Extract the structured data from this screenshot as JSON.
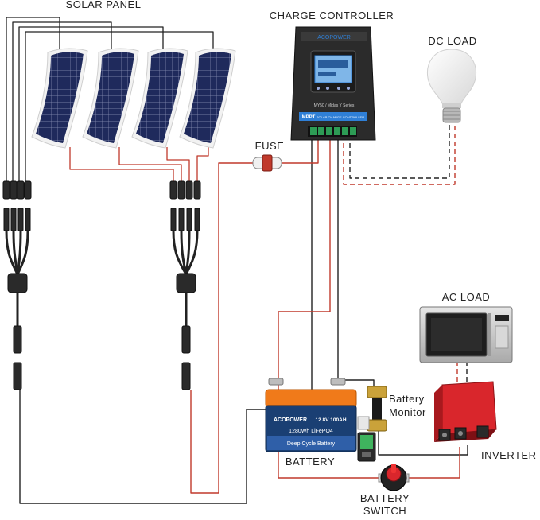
{
  "labels": {
    "solar_panel": "SOLAR PANEL",
    "charge_controller": "CHARGE CONTROLLER",
    "dc_load": "DC LOAD",
    "fuse": "FUSE",
    "ac_load": "AC LOAD",
    "battery_monitor_line1": "Battery",
    "battery_monitor_line2": "Monitor",
    "battery": "BATTERY",
    "inverter": "INVERTER",
    "battery_switch_line1": "BATTERY",
    "battery_switch_line2": "SWITCH"
  },
  "controller": {
    "brand": "ACOPOWER",
    "series": "MY50 / Midas Y Series",
    "badge": "MPPT",
    "subtitle": "SOLAR CHARGE CONTROLLER"
  },
  "battery_device": {
    "brand": "ACOPOWER",
    "spec": "12.8V 100AH",
    "chem": "1280Wh LiFePO4",
    "type": "Deep Cycle Battery"
  },
  "colors": {
    "wire_positive": "#c0392b",
    "wire_negative": "#222222",
    "panel_cell": "#1f2a5c",
    "controller_body": "#2b2b2b",
    "controller_accent": "#2f7fd6",
    "battery_top": "#f07a1a",
    "battery_body": "#1a3f73",
    "inverter_body": "#d9262c"
  },
  "icons": {
    "panel": "solar-panel-icon",
    "controller": "charge-controller-icon",
    "bulb": "light-bulb-icon",
    "fuse": "fuse-icon",
    "microwave": "microwave-icon",
    "battery": "battery-icon",
    "monitor": "battery-monitor-icon",
    "inverter": "inverter-icon",
    "switch": "battery-switch-icon"
  }
}
